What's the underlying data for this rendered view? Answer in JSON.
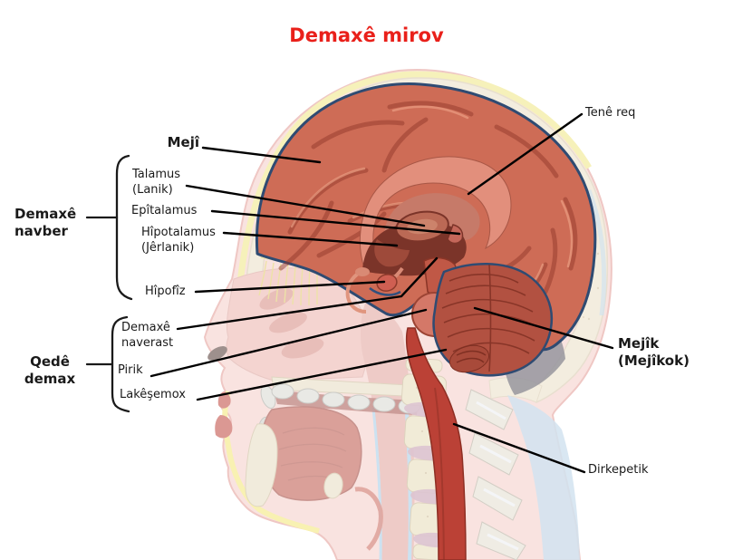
{
  "title": {
    "text": "Demaxê mirov",
    "color": "#e9201a"
  },
  "labels": {
    "meji": {
      "text": "Mejî"
    },
    "tene_req": {
      "text": "Tenê req"
    },
    "talamus": {
      "text": "Talamus\n(Lanik)"
    },
    "epitalamus": {
      "text": "Epîtalamus"
    },
    "hipotalamus": {
      "text": "Hîpotalamus\n(Jêrlanik)"
    },
    "hipofiz": {
      "text": "Hîpofîz"
    },
    "demaxe_navber": {
      "text": "Demaxê\nnavber"
    },
    "demaxe_naverast": {
      "text": "Demaxê\nnaverast"
    },
    "pirik": {
      "text": "Pirik"
    },
    "lakesemox": {
      "text": "Lakêşemox"
    },
    "qede_demax": {
      "text": "Qedê\ndemax"
    },
    "mejik": {
      "text": "Mejîk\n(Mejîkok)"
    },
    "dirkepetik": {
      "text": "Dirkepetik"
    }
  },
  "palette": {
    "title_red": "#e9201a",
    "label_black": "#1a1a1a",
    "leader_line": "#000000",
    "brain_red": "#ce6c56",
    "cerebellum_red": "#b25141",
    "skull_cream": "#ece2ca",
    "skin_pink": "#f6d2cc",
    "fat_yellow": "#f1e88d",
    "neck_blue": "#b5d1e6"
  }
}
